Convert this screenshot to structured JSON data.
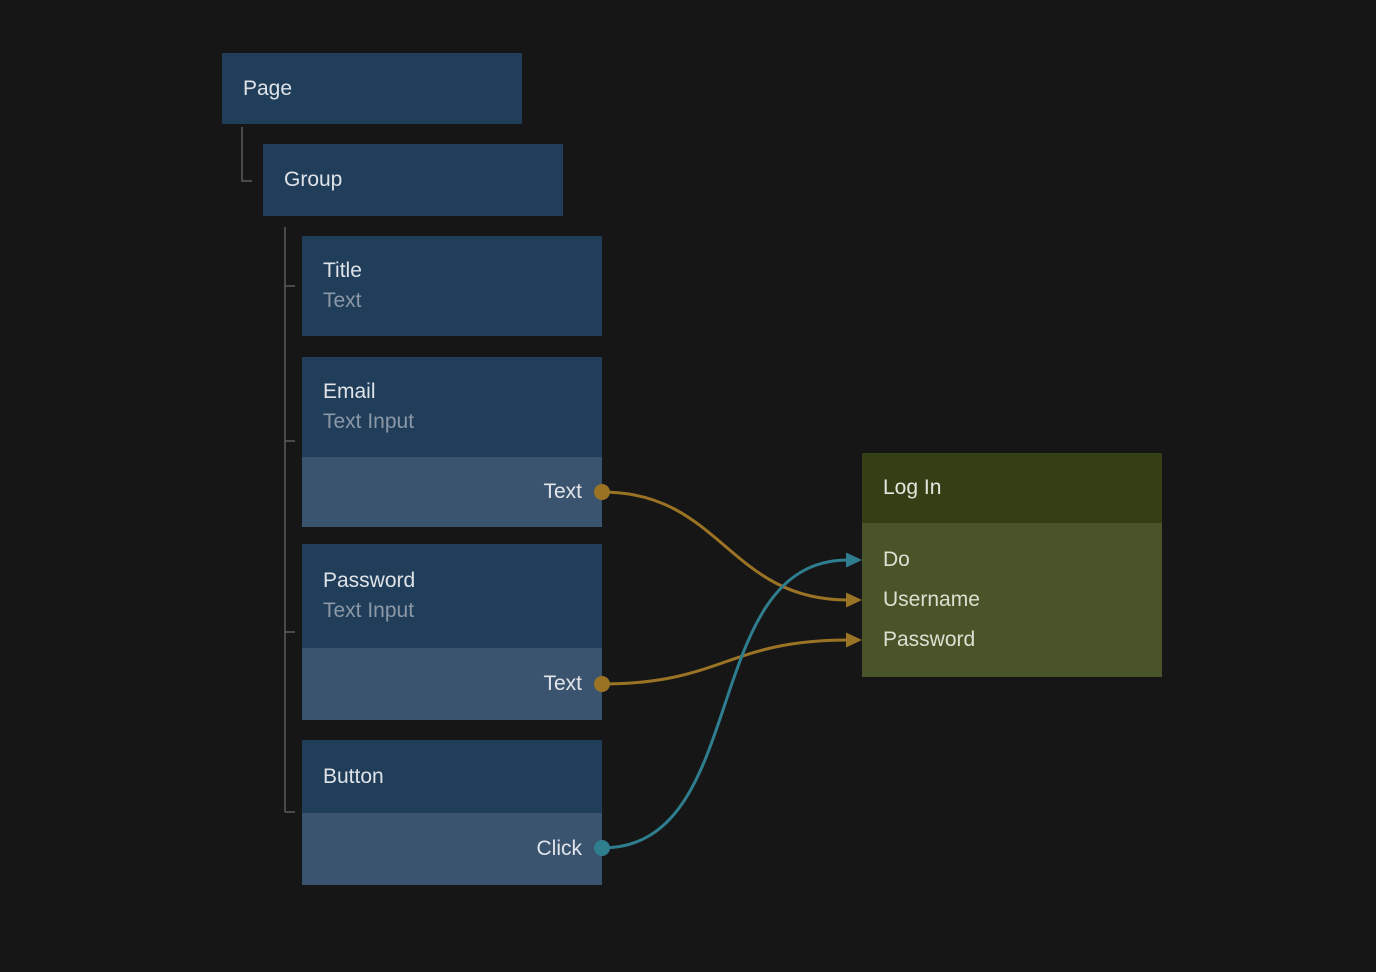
{
  "canvas": {
    "background": "#161616"
  },
  "palette": {
    "node_header": "#203D59",
    "node_port_row": "#3A536F",
    "action_node_header": "#343F16",
    "action_node_body": "#4A5429",
    "wire_text": "#9A7424",
    "wire_event": "#2F7E8F",
    "tree_line": "#5B5B5B",
    "title_text": "#DFE3E8",
    "subtitle_text": "#8C98A6"
  },
  "nodes": {
    "page": {
      "title": "Page"
    },
    "group": {
      "title": "Group"
    },
    "title": {
      "title": "Title",
      "subtitle": "Text"
    },
    "email": {
      "title": "Email",
      "subtitle": "Text Input",
      "port": "Text"
    },
    "password": {
      "title": "Password",
      "subtitle": "Text Input",
      "port": "Text"
    },
    "button": {
      "title": "Button",
      "port": "Click"
    },
    "login": {
      "title": "Log In",
      "inputs": [
        {
          "label": "Do",
          "wire_color": "#2F7E8F"
        },
        {
          "label": "Username",
          "wire_color": "#9A7424"
        },
        {
          "label": "Password",
          "wire_color": "#9A7424"
        }
      ]
    }
  },
  "hierarchy": {
    "root": "Page",
    "child_of_page": "Group",
    "children_of_group": [
      "Title",
      "Email",
      "Password",
      "Button"
    ]
  },
  "edges": [
    {
      "from": "Email.Text",
      "to": "Log In.Username",
      "type": "text",
      "color": "#9A7424"
    },
    {
      "from": "Password.Text",
      "to": "Log In.Password",
      "type": "text",
      "color": "#9A7424"
    },
    {
      "from": "Button.Click",
      "to": "Log In.Do",
      "type": "event",
      "color": "#2F7E8F"
    }
  ]
}
